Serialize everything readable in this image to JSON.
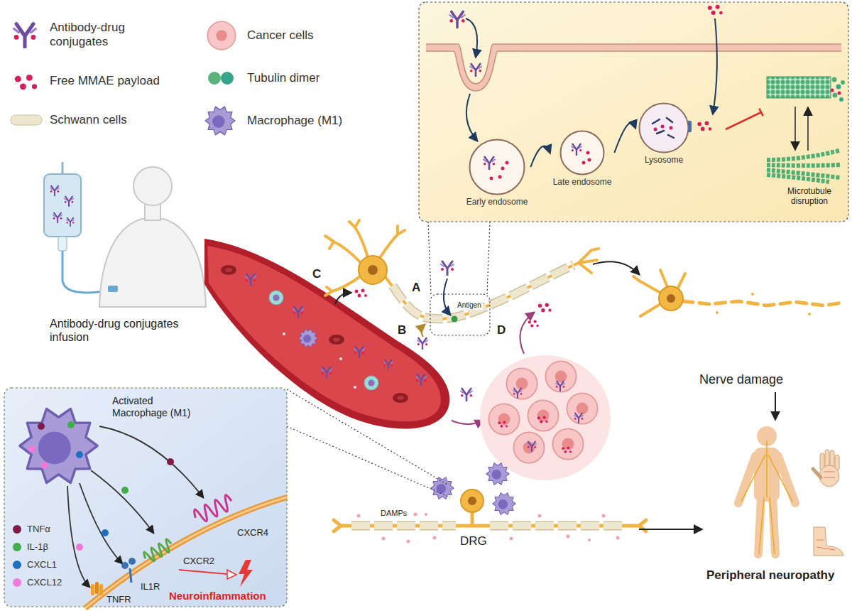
{
  "diagram": {
    "nodes": [
      {
        "text": [
          "Early endosome"
        ]
      },
      {
        "text": [
          "Late endosome"
        ]
      },
      {
        "text": [
          "Lysosome"
        ]
      }
    ],
    "edges": [
      {
        "from": 0,
        "to": 1,
        "arrow": "to"
      },
      {
        "from": 1,
        "to": 2,
        "arrow": "to"
      }
    ],
    "labels": [
      "Microtubule disruption",
      "Antibody-drug conjugates infusion",
      "C",
      "A",
      "B",
      "Antigen",
      "D",
      "Nerve damage",
      "Peripheral neuropathy",
      "Activated Macrophage (M1)",
      "CXCR4",
      "CXCR2",
      "IL1R",
      "TNFR",
      "Neuroinflammation",
      "DAMPs",
      "DRG"
    ],
    "legend": [
      {
        "text": "Antibody-drug conjugates"
      },
      {
        "text": "Free MMAE payload"
      },
      {
        "text": "Schwann cells"
      },
      {
        "text": "Cancer cells"
      },
      {
        "text": "Tubulin dimer"
      },
      {
        "text": "Macrophage (M1)"
      },
      {
        "text": "TNFα",
        "color": "#7d1a48"
      },
      {
        "text": "IL-1β",
        "color": "#3fae49"
      },
      {
        "text": "CXCL1",
        "color": "#1f6fc0"
      },
      {
        "text": "CXCL12",
        "color": "#f07ad8"
      }
    ]
  }
}
